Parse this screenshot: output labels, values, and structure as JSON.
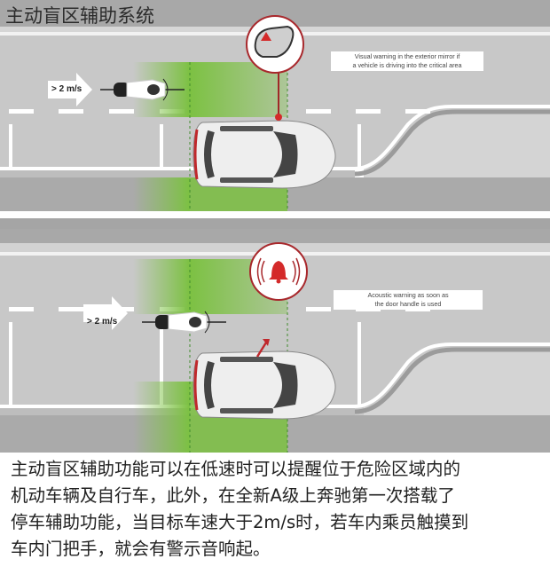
{
  "header": {
    "title": "主动盲区辅助系统"
  },
  "panel_top": {
    "speed_label": "> 2 m/s",
    "callout_line1": "Visual warning in the exterior mirror if",
    "callout_line2": "a vehicle is driving into the critical area",
    "icon": "mirror-warning-icon",
    "warning_color": "#d42a2a"
  },
  "panel_bottom": {
    "speed_label": "> 2 m/s",
    "callout_line1": "Acoustic warning as soon as",
    "callout_line2": "the door handle is used",
    "icon": "bell-alarm-icon",
    "warning_color": "#d42a2a"
  },
  "colors": {
    "road": "#c9c9c9",
    "sidewalk": "#a9a9a9",
    "zone_green": "#7cc142",
    "lane_marking": "#ffffff",
    "alert_red": "#c0282c"
  },
  "caption": {
    "lines": [
      "主动盲区辅助功能可以在低速时可以提醒位于危险区域内的",
      "机动车辆及自行车，此外，在全新A级上奔驰第一次搭载了",
      "停车辅助功能，当目标车速大于2m/s时，若车内乘员触摸到",
      "车内门把手，就会有警示音响起。"
    ]
  }
}
